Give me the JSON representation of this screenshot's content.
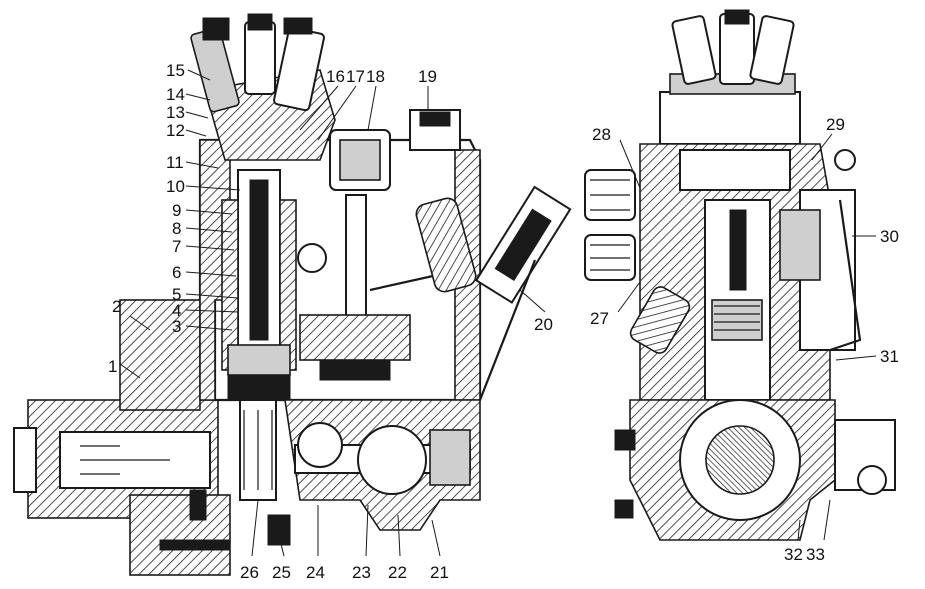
{
  "figure": {
    "left_view_callouts": [
      "1",
      "2",
      "3",
      "4",
      "5",
      "6",
      "7",
      "8",
      "9",
      "10",
      "11",
      "12",
      "13",
      "14",
      "15",
      "16",
      "17",
      "18",
      "19",
      "20",
      "21",
      "22",
      "23",
      "24",
      "25",
      "26"
    ],
    "right_view_callouts": [
      "27",
      "28",
      "29",
      "30",
      "31",
      "32",
      "33"
    ]
  },
  "callouts": {
    "c1": "1",
    "c2": "2",
    "c3": "3",
    "c4": "4",
    "c5": "5",
    "c6": "6",
    "c7": "7",
    "c8": "8",
    "c9": "9",
    "c10": "10",
    "c11": "11",
    "c12": "12",
    "c13": "13",
    "c14": "14",
    "c15": "15",
    "c16": "16",
    "c17": "17",
    "c18": "18",
    "c19": "19",
    "c20": "20",
    "c21": "21",
    "c22": "22",
    "c23": "23",
    "c24": "24",
    "c25": "25",
    "c26": "26",
    "c27": "27",
    "c28": "28",
    "c29": "29",
    "c30": "30",
    "c31": "31",
    "c32": "32",
    "c33": "33"
  }
}
